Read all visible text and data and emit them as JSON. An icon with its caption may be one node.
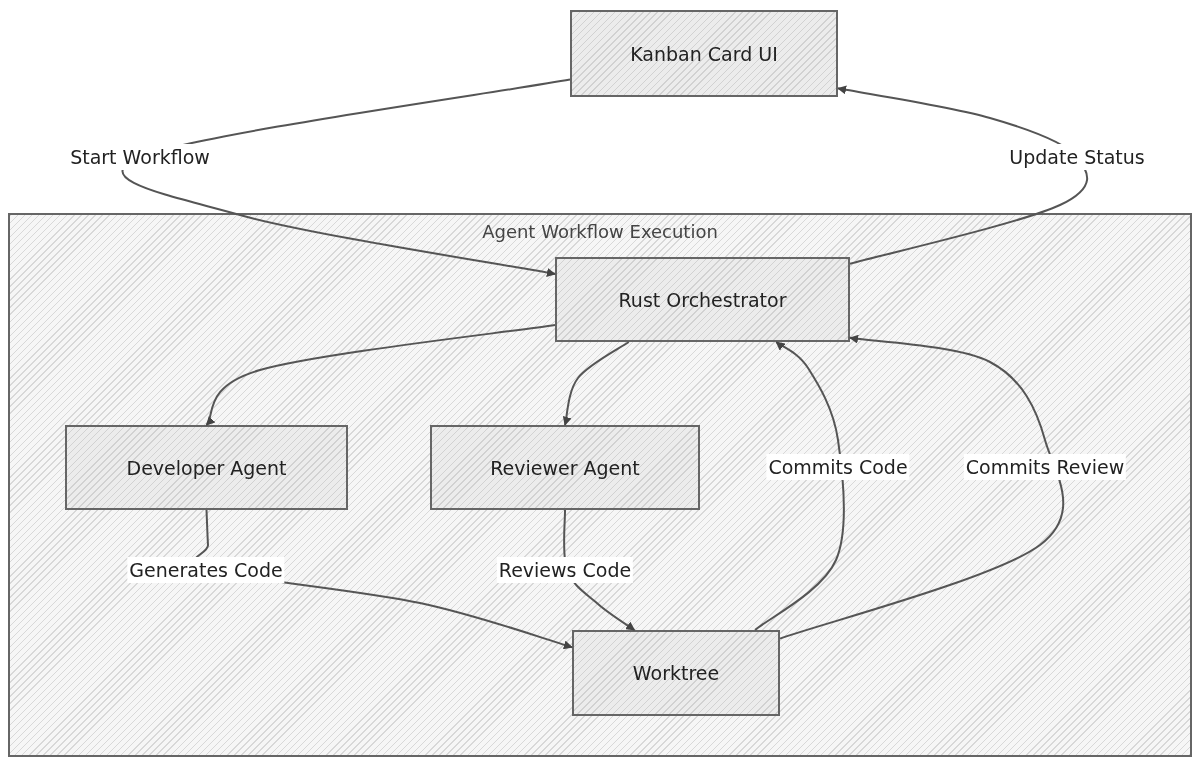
{
  "diagram": {
    "nodes": [
      {
        "text": [
          "Kanban Card UI"
        ]
      },
      {
        "text": [
          "Agent Workflow Execution"
        ]
      },
      {
        "text": [
          "Rust Orchestrator"
        ],
        "in": 1
      },
      {
        "text": [
          "Developer Agent"
        ],
        "in": 1
      },
      {
        "text": [
          "Reviewer Agent"
        ],
        "in": 1
      },
      {
        "text": [
          "Worktree"
        ],
        "in": 1
      }
    ],
    "edges": [
      {
        "from": 0,
        "to": 2,
        "label": "Start Workflow",
        "arrow": "to"
      },
      {
        "from": 2,
        "to": 0,
        "label": "Update Status",
        "arrow": "to"
      },
      {
        "from": 2,
        "to": 3,
        "arrow": "to"
      },
      {
        "from": 2,
        "to": 4,
        "arrow": "to"
      },
      {
        "from": 3,
        "to": 5,
        "label": "Generates Code",
        "arrow": "to"
      },
      {
        "from": 4,
        "to": 5,
        "label": "Reviews Code",
        "arrow": "to"
      },
      {
        "from": 5,
        "to": 2,
        "label": "Commits Code",
        "arrow": "to"
      },
      {
        "from": 5,
        "to": 2,
        "label": "Commits Review",
        "arrow": "to"
      }
    ]
  }
}
